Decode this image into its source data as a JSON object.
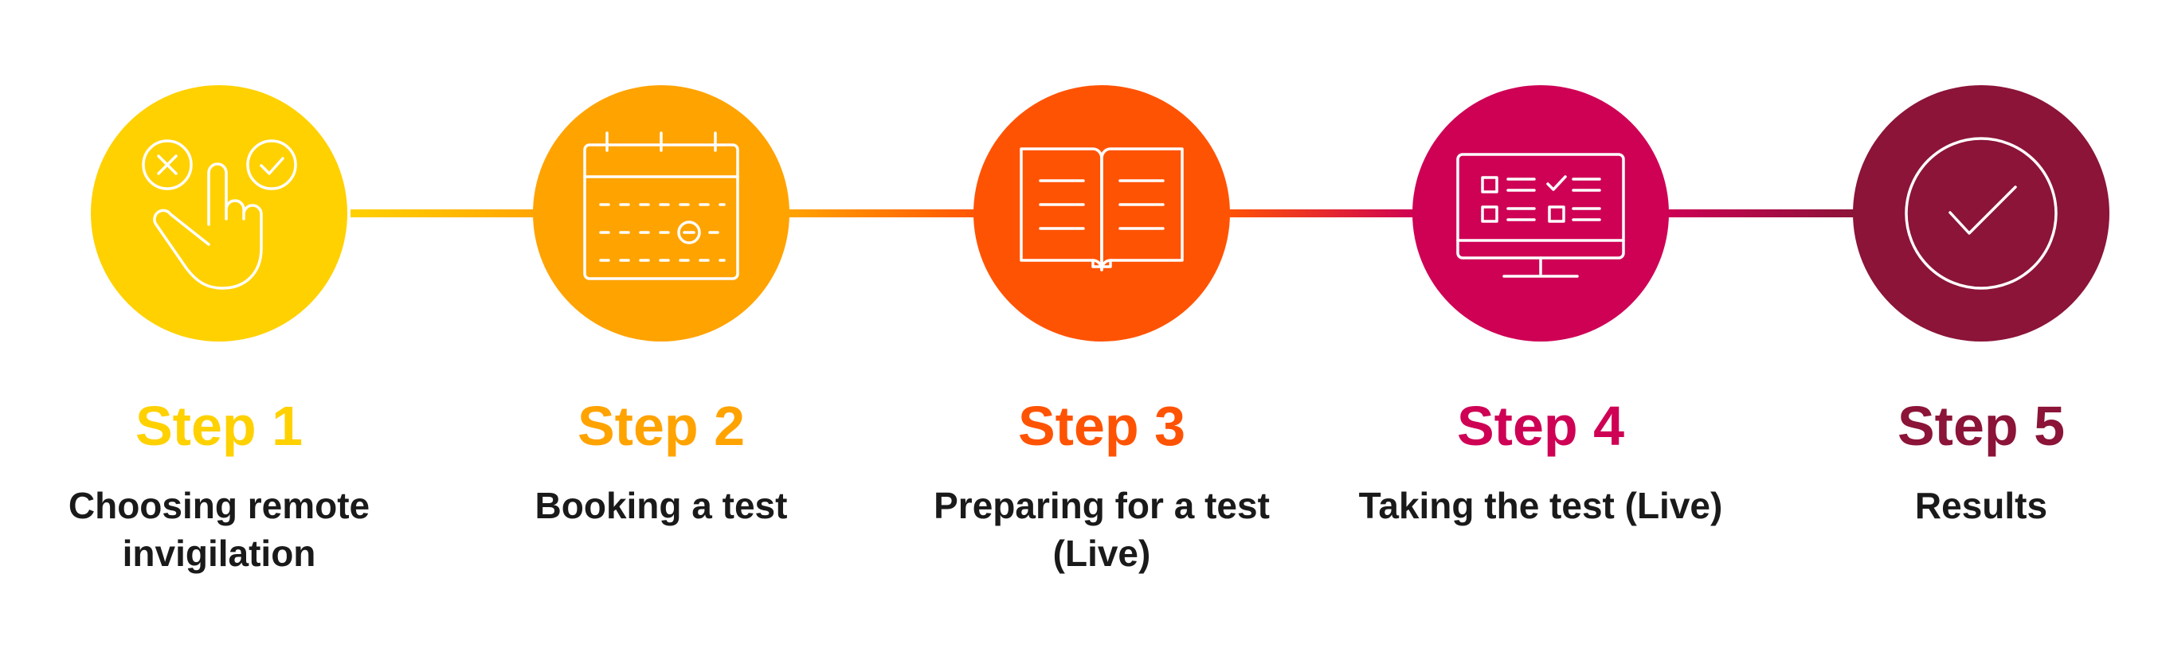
{
  "colors": {
    "step1": "#FFD100",
    "step2": "#FFA301",
    "step3": "#FF5304",
    "step4": "#CE0155",
    "step5": "#8B1438",
    "text": "#1a1a1a",
    "icon_stroke": "#ffffff"
  },
  "steps": [
    {
      "title": "Step 1",
      "description": "Choosing remote invigilation",
      "icon": "pointing-hand-choice-icon"
    },
    {
      "title": "Step 2",
      "description": "Booking a test",
      "icon": "calendar-icon"
    },
    {
      "title": "Step 3",
      "description": "Preparing for a test (Live)",
      "icon": "open-book-icon"
    },
    {
      "title": "Step 4",
      "description": "Taking the test (Live)",
      "icon": "computer-monitor-checklist-icon"
    },
    {
      "title": "Step 5",
      "description": "Results",
      "icon": "checkmark-circle-icon"
    }
  ]
}
